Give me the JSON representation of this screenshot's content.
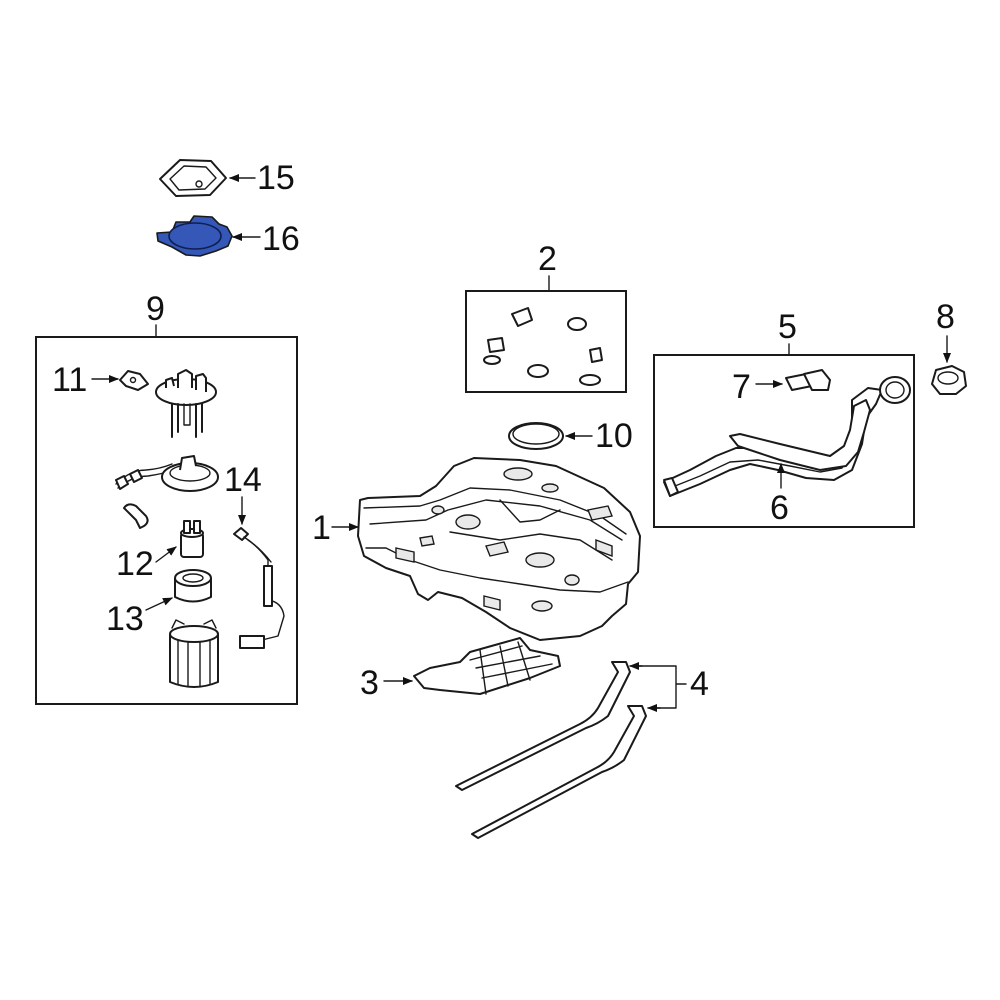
{
  "highlight_color": "#3557b7",
  "callouts": {
    "c1": "1",
    "c2": "2",
    "c3": "3",
    "c4": "4",
    "c5": "5",
    "c6": "6",
    "c7": "7",
    "c8": "8",
    "c9": "9",
    "c10": "10",
    "c11": "11",
    "c12": "12",
    "c13": "13",
    "c14": "14",
    "c15": "15",
    "c16": "16"
  },
  "highlighted_part": "16"
}
